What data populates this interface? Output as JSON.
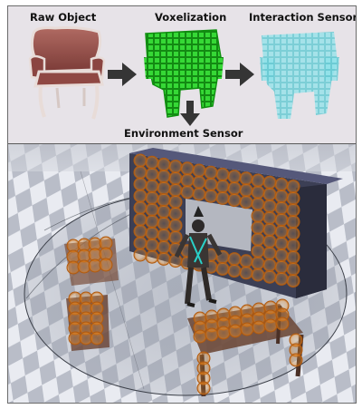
{
  "stages": {
    "raw_label": "Raw Object",
    "voxel_label": "Voxelization",
    "interaction_label": "Interaction Sensor",
    "environment_label": "Environment Sensor"
  },
  "colors": {
    "chair_fabric": "#9a4e4a",
    "chair_wood": "#e7dcd6",
    "voxel_green": "#2fd42f",
    "interaction_cyan": "#56d6e0",
    "arrow": "#333333",
    "sensor_orange": "#f0902a",
    "panel_bg": "#e7e3e8"
  }
}
